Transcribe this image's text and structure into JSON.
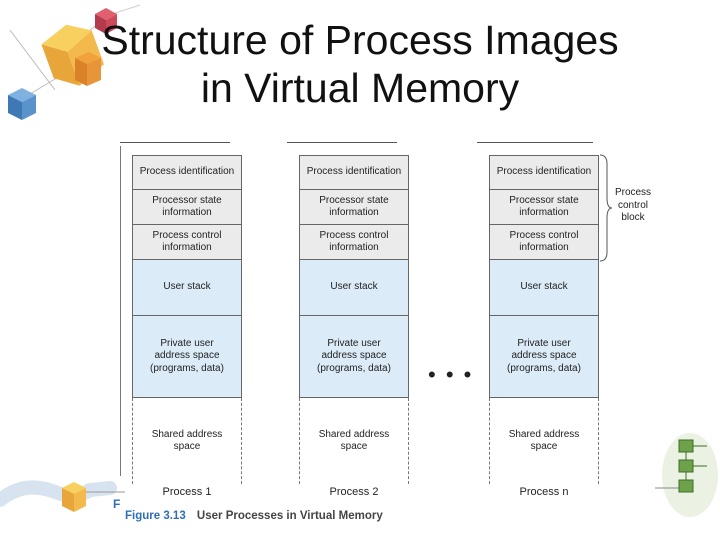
{
  "slide": {
    "title": "Structure of Process Images in Virtual Memory"
  },
  "diagram": {
    "segments": {
      "process_identification": "Process identification",
      "processor_state": "Processor state information",
      "process_control": "Process control information",
      "user_stack": "User stack",
      "private_user_line1": "Private user",
      "private_user_line2": "address space",
      "private_user_line3": "(programs, data)",
      "shared_line1": "Shared address",
      "shared_line2": "space"
    },
    "processes": [
      {
        "label": "Process 1"
      },
      {
        "label": "Process 2"
      },
      {
        "label": "Process n"
      }
    ],
    "ellipsis": "• • •",
    "brace_label": "Process control block",
    "figure": {
      "number": "Figure 3.13",
      "caption": "User Processes in Virtual Memory",
      "cut_text": "F"
    },
    "colors": {
      "pcb_fill": "#ebebeb",
      "user_fill": "#dcebf8",
      "caption_blue": "#2f6fb5"
    }
  }
}
